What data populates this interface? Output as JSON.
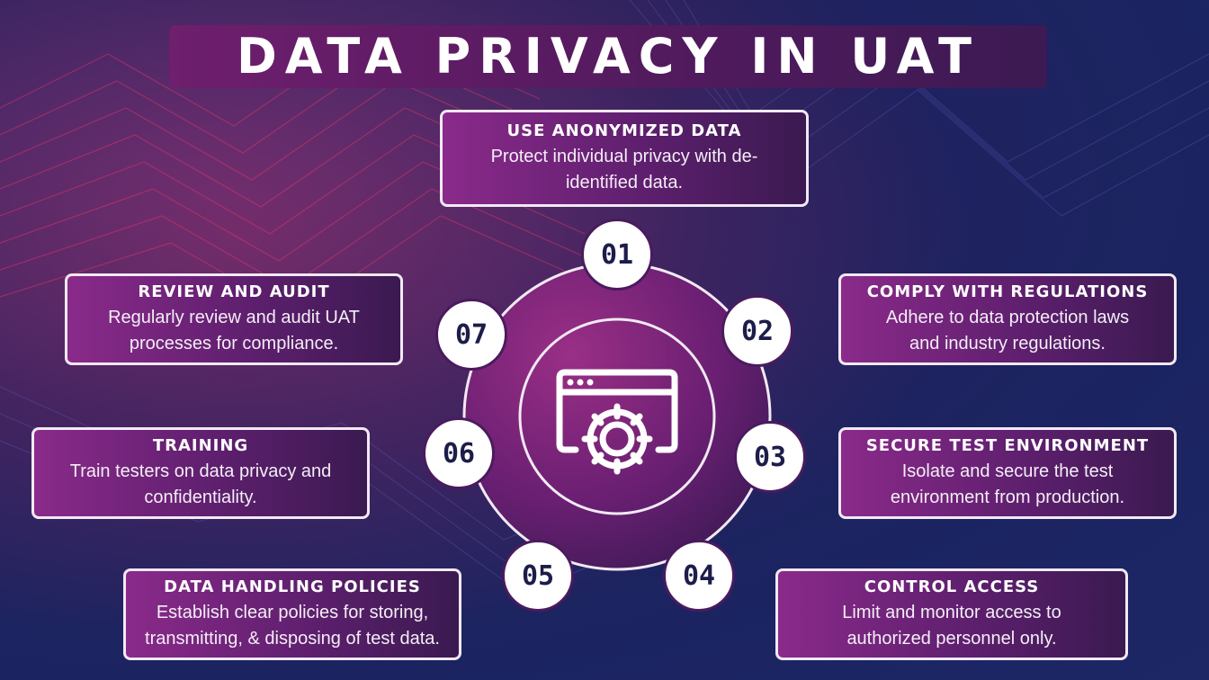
{
  "title": "DATA PRIVACY IN UAT",
  "center_icon": "browser-window-gear-icon",
  "colors": {
    "background": "#1d2766",
    "card_gradient_start": "#8a2a8a",
    "card_gradient_end": "#3a1a50",
    "card_border": "#f2e9f4",
    "accent_pink": "#e8356b",
    "number_text": "#1c1d4a"
  },
  "steps": [
    {
      "number": "01",
      "title": "USE ANONYMIZED DATA",
      "desc": "Protect individual privacy with de-identified data."
    },
    {
      "number": "02",
      "title": "COMPLY WITH REGULATIONS",
      "desc": "Adhere to data protection laws and industry regulations."
    },
    {
      "number": "03",
      "title": "SECURE TEST ENVIRONMENT",
      "desc": "Isolate and secure the test environment from production."
    },
    {
      "number": "04",
      "title": "CONTROL ACCESS",
      "desc": "Limit and monitor access to authorized personnel only."
    },
    {
      "number": "05",
      "title": "DATA HANDLING POLICIES",
      "desc": "Establish clear policies for storing, transmitting, & disposing of test data."
    },
    {
      "number": "06",
      "title": "TRAINING",
      "desc": "Train testers on data privacy and confidentiality."
    },
    {
      "number": "07",
      "title": "REVIEW AND AUDIT",
      "desc": "Regularly review and audit UAT processes for compliance."
    }
  ]
}
